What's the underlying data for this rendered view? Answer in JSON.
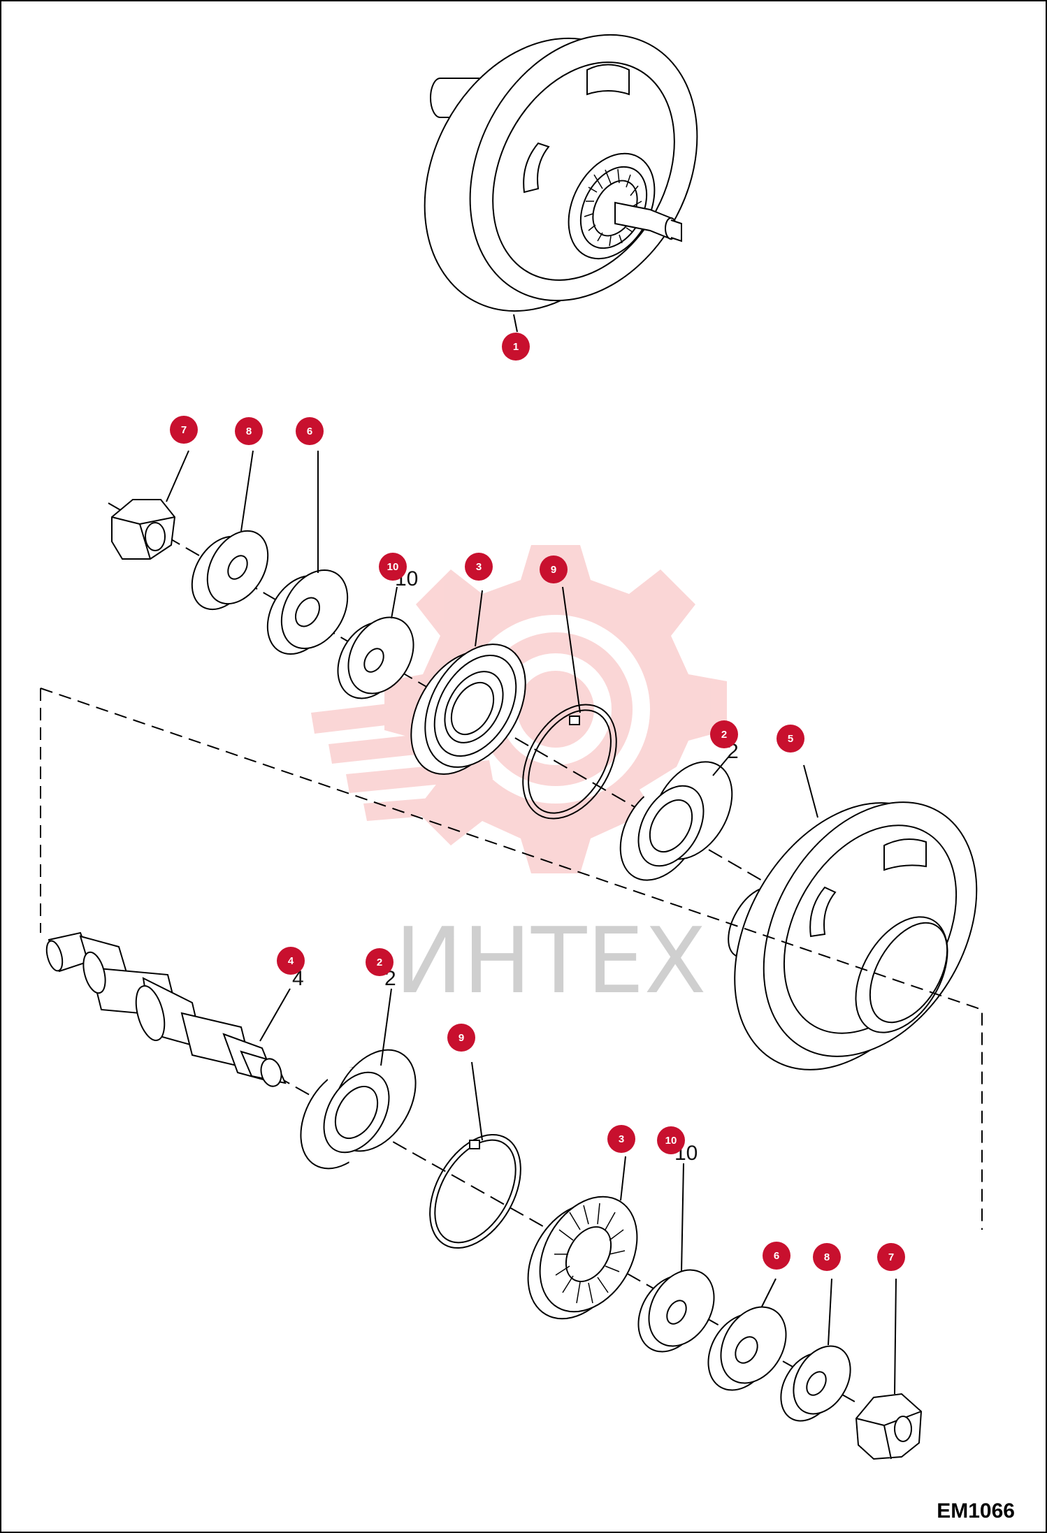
{
  "watermark": {
    "text": "ИНТЕХ",
    "color": "#f7b5b5"
  },
  "drawing_code": "EM1066",
  "callout_color": "#c8102e",
  "callouts": [
    {
      "id": "1",
      "label": "1"
    },
    {
      "id": "7a",
      "label": "7"
    },
    {
      "id": "8a",
      "label": "8"
    },
    {
      "id": "6a",
      "label": "6"
    },
    {
      "id": "10a",
      "label": "10"
    },
    {
      "id": "3a",
      "label": "3"
    },
    {
      "id": "9a",
      "label": "9"
    },
    {
      "id": "2a",
      "label": "2"
    },
    {
      "id": "5",
      "label": "5"
    },
    {
      "id": "4",
      "label": "4"
    },
    {
      "id": "2b",
      "label": "2"
    },
    {
      "id": "9b",
      "label": "9"
    },
    {
      "id": "3b",
      "label": "3"
    },
    {
      "id": "10b",
      "label": "10"
    },
    {
      "id": "6b",
      "label": "6"
    },
    {
      "id": "8b",
      "label": "8"
    },
    {
      "id": "7b",
      "label": "7"
    }
  ],
  "part_numbers": {
    "n10a": "10",
    "n2a": "2",
    "n4": "4",
    "n2b": "2",
    "n10b": "10"
  }
}
